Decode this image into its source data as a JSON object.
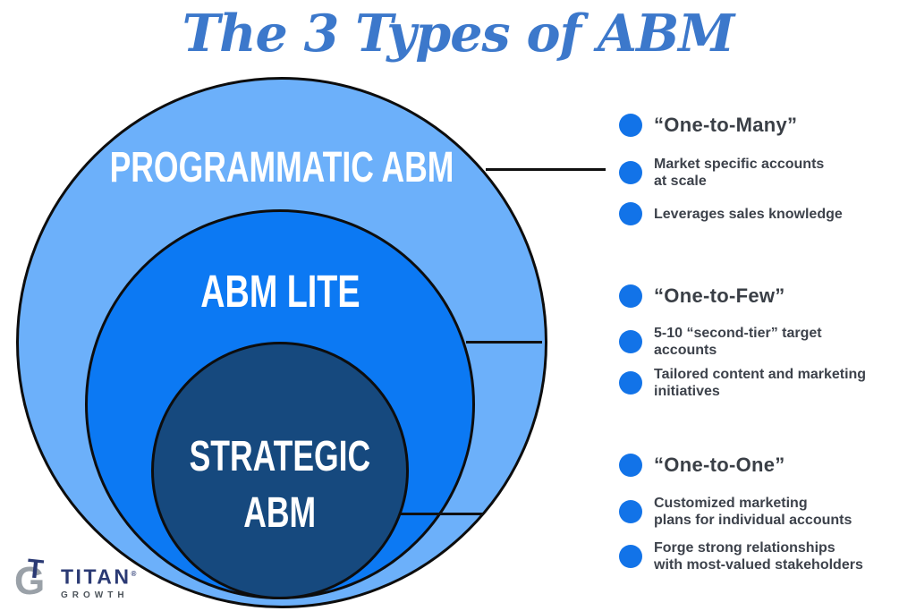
{
  "title": "The 3 Types of ABM",
  "circles": [
    {
      "name": "programmatic-abm",
      "label": "PROGRAMMATIC ABM",
      "fill": "#6cb0fa"
    },
    {
      "name": "abm-lite",
      "label": "ABM LITE",
      "fill": "#0c79f3"
    },
    {
      "name": "strategic-abm",
      "lines": [
        "STRATEGIC",
        "ABM"
      ],
      "fill": "#16497e"
    }
  ],
  "groups": [
    {
      "heading": "“One-to-Many”",
      "items": [
        {
          "lines": [
            "Market specific accounts",
            "at scale"
          ]
        },
        {
          "lines": [
            "Leverages sales knowledge"
          ]
        }
      ]
    },
    {
      "heading": "“One-to-Few”",
      "items": [
        {
          "lines": [
            "5-10 “second-tier” target",
            "accounts"
          ]
        },
        {
          "lines": [
            "Tailored content and marketing",
            "initiatives"
          ]
        }
      ]
    },
    {
      "heading": "“One-to-One”",
      "items": [
        {
          "lines": [
            "Customized marketing",
            "plans for individual accounts"
          ]
        },
        {
          "lines": [
            "Forge strong relationships",
            "with most-valued stakeholders"
          ]
        }
      ]
    }
  ],
  "logo": {
    "titan": "TITAN",
    "reg": "®",
    "growth": "GROWTH"
  },
  "colors": {
    "title_blue": "#3c78cb",
    "bullet_blue": "#1273e8",
    "body_text": "#3d424b",
    "outer_circle": "#6cb0fa",
    "middle_circle": "#0c79f3",
    "inner_circle": "#16497e",
    "outline": "#0d0d0d",
    "logo_navy": "#2b3a74",
    "logo_gray": "#9aa1a8"
  }
}
